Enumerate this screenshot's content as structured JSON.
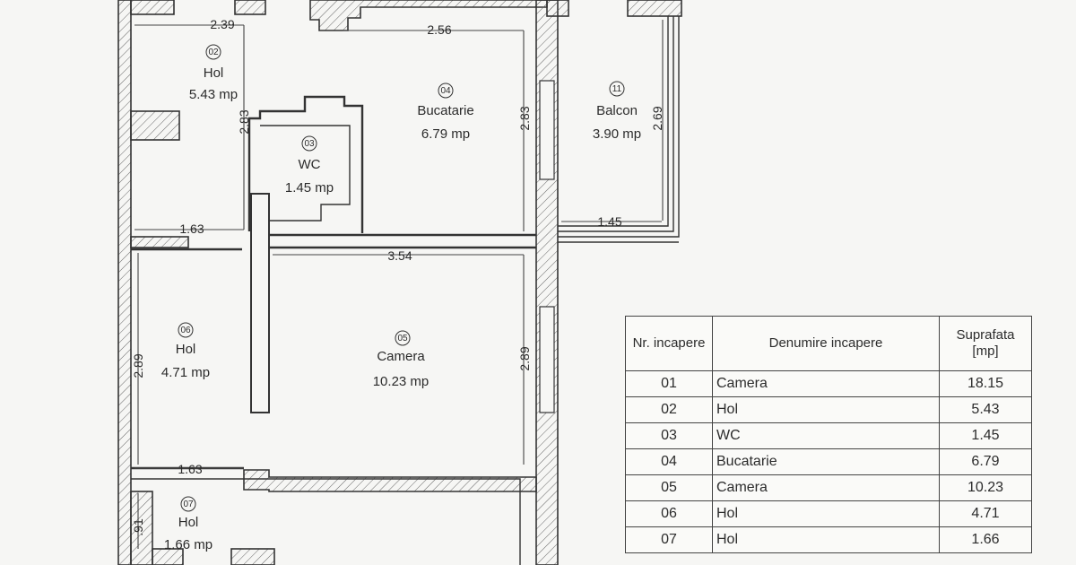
{
  "rooms": [
    {
      "num": "02",
      "name": "Hol",
      "area": "5.43 mp"
    },
    {
      "num": "03",
      "name": "WC",
      "area": "1.45 mp"
    },
    {
      "num": "04",
      "name": "Bucatarie",
      "area": "6.79 mp"
    },
    {
      "num": "11",
      "name": "Balcon",
      "area": "3.90 mp"
    },
    {
      "num": "06",
      "name": "Hol",
      "area": "4.71 mp"
    },
    {
      "num": "05",
      "name": "Camera",
      "area": "10.23 mp"
    },
    {
      "num": "07",
      "name": "Hol",
      "area": "1.66 mp"
    }
  ],
  "dimensions": [
    "2.39",
    "2.56",
    "2.83",
    "2.83",
    "2.69",
    "1.45",
    "1.63",
    "3.54",
    "2.89",
    "2.89",
    "1.63",
    ".91"
  ],
  "table": {
    "headers": [
      "Nr. incapere",
      "Denumire incapere",
      "Suprafata [mp]"
    ],
    "rows": [
      [
        "01",
        "Camera",
        "18.15"
      ],
      [
        "02",
        "Hol",
        "5.43"
      ],
      [
        "03",
        "WC",
        "1.45"
      ],
      [
        "04",
        "Bucatarie",
        "6.79"
      ],
      [
        "05",
        "Camera",
        "10.23"
      ],
      [
        "06",
        "Hol",
        "4.71"
      ],
      [
        "07",
        "Hol",
        "1.66"
      ]
    ]
  }
}
